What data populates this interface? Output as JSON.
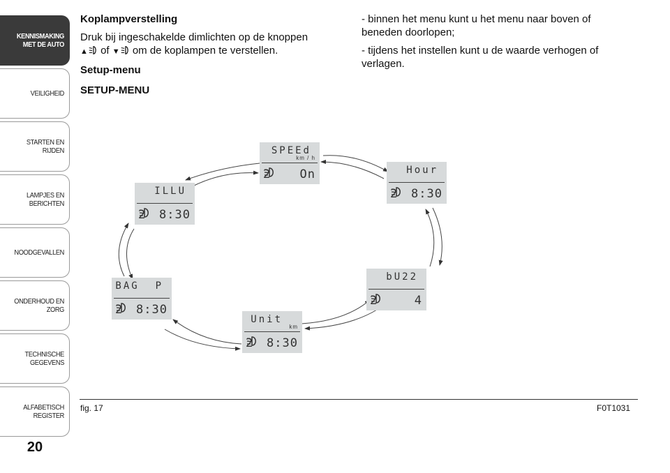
{
  "sidebar": {
    "tabs": [
      {
        "label": "KENNISMAKING\nMET DE AUTO",
        "active": true
      },
      {
        "label": "VEILIGHEID",
        "active": false
      },
      {
        "label": "STARTEN EN RIJDEN",
        "active": false
      },
      {
        "label": "LAMPJES EN\nBERICHTEN",
        "active": false
      },
      {
        "label": "NOODGEVALLEN",
        "active": false
      },
      {
        "label": "ONDERHOUD EN\nZORG",
        "active": false
      },
      {
        "label": "TECHNISCHE\nGEGEVENS",
        "active": false
      },
      {
        "label": "ALFABETISCH\nREGISTER",
        "active": false
      }
    ]
  },
  "page_number": "20",
  "left_column": {
    "heading1": "Koplampverstelling",
    "paragraph_part1": "Druk bij ingeschakelde dimlichten op de knoppen",
    "up_symbol": "▲",
    "or_word": "of",
    "down_symbol": "▼",
    "paragraph_part2": "om de koplampen te verstellen.",
    "heading2": "Setup-menu",
    "heading3": "SETUP-MENU"
  },
  "right_column": {
    "item1": "- binnen het menu kunt u het menu naar boven of beneden doorlopen;",
    "item2": "- tijdens het instellen kunt u de waarde verhogen of verlagen."
  },
  "displays": {
    "speed": {
      "mode": "SPEEd",
      "unit": "km / h",
      "prefix": "2",
      "value": "On"
    },
    "hour": {
      "mode": "Hour",
      "unit": "",
      "prefix": "2",
      "value": "8:30"
    },
    "buzz": {
      "mode": "bU22",
      "unit": "",
      "prefix": "2",
      "value": "4"
    },
    "unit": {
      "mode": "Unit",
      "unit": "km",
      "prefix": "2",
      "value": "8:30"
    },
    "bagp": {
      "mode": "BAG  P",
      "unit": "",
      "prefix": "2",
      "value": "8:30"
    },
    "illu": {
      "mode": "ILLU",
      "unit": "",
      "prefix": "2",
      "value": "8:30"
    }
  },
  "figure": {
    "label": "fig. 17",
    "code": "F0T1031"
  },
  "colors": {
    "display_bg": "#d7dadb",
    "active_tab": "#3a3a3a"
  }
}
